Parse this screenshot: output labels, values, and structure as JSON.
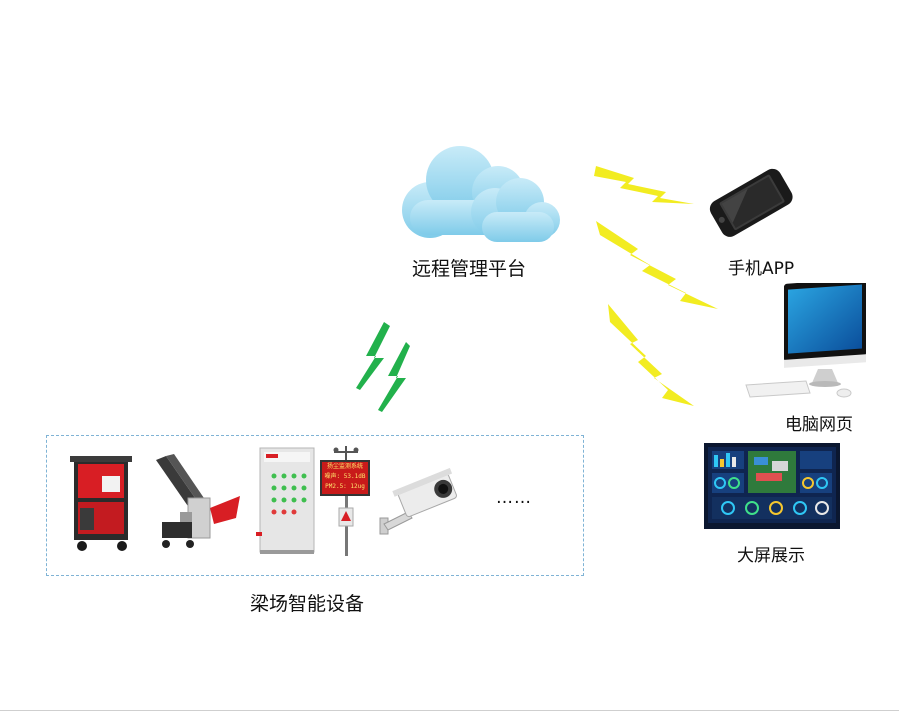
{
  "platform": {
    "label": "远程管理平台"
  },
  "endpoints": {
    "phone": "手机APP",
    "web": "电脑网页",
    "screen": "大屏展示"
  },
  "devices": {
    "group_label": "梁场智能设备",
    "more": "……",
    "sign_text": {
      "line1": "扬尘监测系统",
      "line2": "噪声: 53.1dB",
      "line3": "PM2.5: 12ug"
    }
  },
  "colors": {
    "cloud": "#9fd7ee",
    "signal_yellow": "#f2ec21",
    "signal_green": "#22b14c",
    "box_border": "#7fb3d5"
  }
}
